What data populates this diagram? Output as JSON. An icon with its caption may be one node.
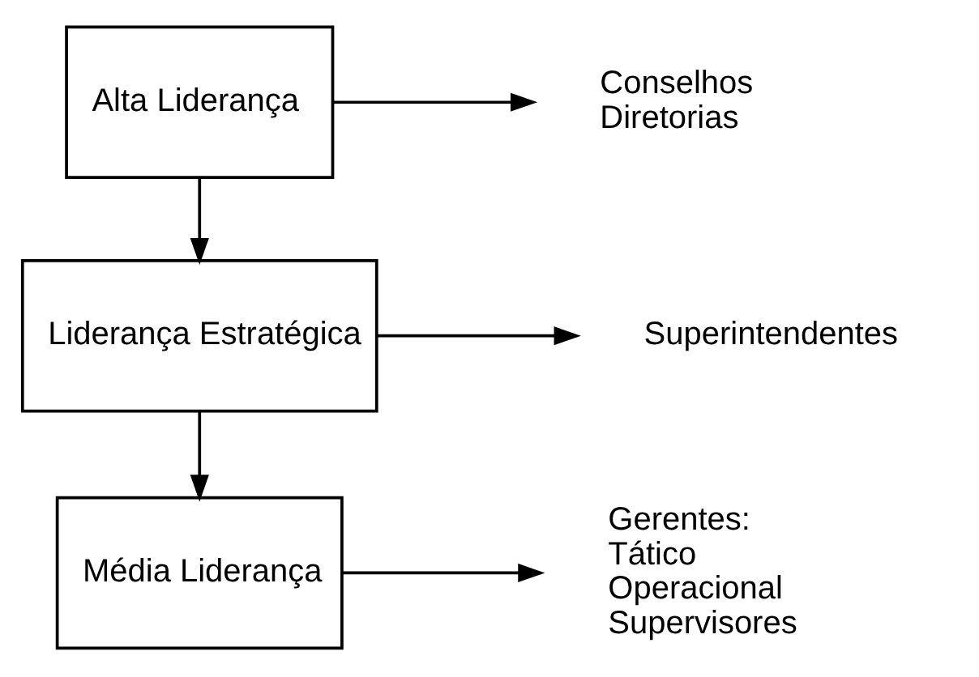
{
  "diagram": {
    "nodes": [
      {
        "text": [
          "Alta Liderança"
        ]
      },
      {
        "text": [
          "Liderança Estratégica"
        ]
      },
      {
        "text": [
          "Média Liderança"
        ]
      },
      {
        "text": [
          "Conselhos",
          "Diretorias"
        ]
      },
      {
        "text": [
          "Superintendentes"
        ]
      },
      {
        "text": [
          "Gerentes:",
          "Tático",
          "Operacional",
          "Supervisores"
        ]
      }
    ],
    "edges": [
      {
        "from": 0,
        "to": 1,
        "arrow": "to"
      },
      {
        "from": 1,
        "to": 2,
        "arrow": "to"
      },
      {
        "from": 0,
        "to": 3,
        "arrow": "to"
      },
      {
        "from": 1,
        "to": 4,
        "arrow": "to"
      },
      {
        "from": 2,
        "to": 5,
        "arrow": "to"
      }
    ]
  }
}
